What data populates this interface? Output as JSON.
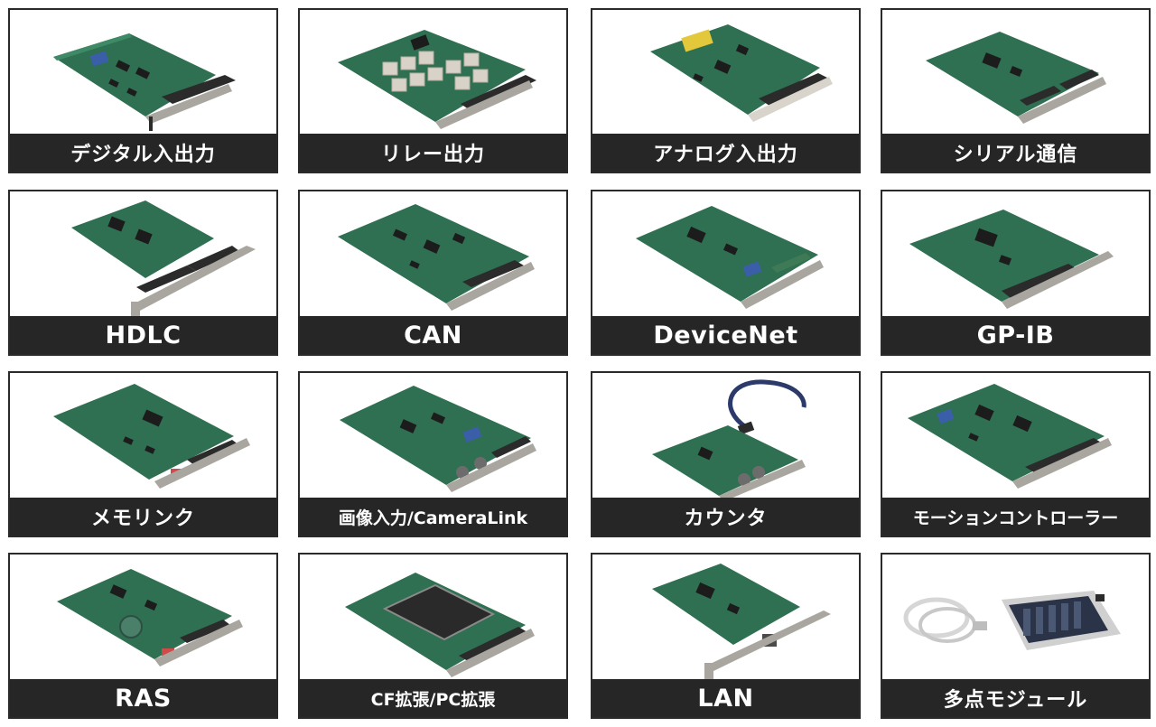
{
  "colors": {
    "board_green": "#2f6f52",
    "board_green_light": "#3f8a66",
    "bracket_metal": "#a9a6a0",
    "label_bg": "#262626",
    "label_text": "#ffffff",
    "connector_dark": "#2b2b2b",
    "chip_black": "#1c1c1c",
    "cable_blue": "#2b3a6b",
    "cable_gray": "#d6d6d6"
  },
  "products": [
    {
      "label": "デジタル入出力",
      "image": "pci-board-dsub-connector"
    },
    {
      "label": "リレー出力",
      "image": "pci-board-relays"
    },
    {
      "label": "アナログ入出力",
      "image": "pci-board-analog"
    },
    {
      "label": "シリアル通信",
      "image": "pci-board-dual-connector"
    },
    {
      "label": "HDLC",
      "image": "pci-board-dual-dsub"
    },
    {
      "label": "CAN",
      "image": "pci-board-can"
    },
    {
      "label": "DeviceNet",
      "image": "pci-board-devicenet"
    },
    {
      "label": "GP-IB",
      "image": "pci-board-gpib"
    },
    {
      "label": "メモリンク",
      "image": "pci-board-memolink"
    },
    {
      "label": "画像入力/CameraLink",
      "image": "pci-board-bnc"
    },
    {
      "label": "カウンタ",
      "image": "pci-board-with-cable"
    },
    {
      "label": "モーションコントローラー",
      "image": "pci-board-motion"
    },
    {
      "label": "RAS",
      "image": "pci-board-ras"
    },
    {
      "label": "CF拡張/PC拡張",
      "image": "pci-board-cf-slot"
    },
    {
      "label": "LAN",
      "image": "pci-board-lan"
    },
    {
      "label": "多点モジュール",
      "image": "io-module-unit-with-cable"
    }
  ]
}
